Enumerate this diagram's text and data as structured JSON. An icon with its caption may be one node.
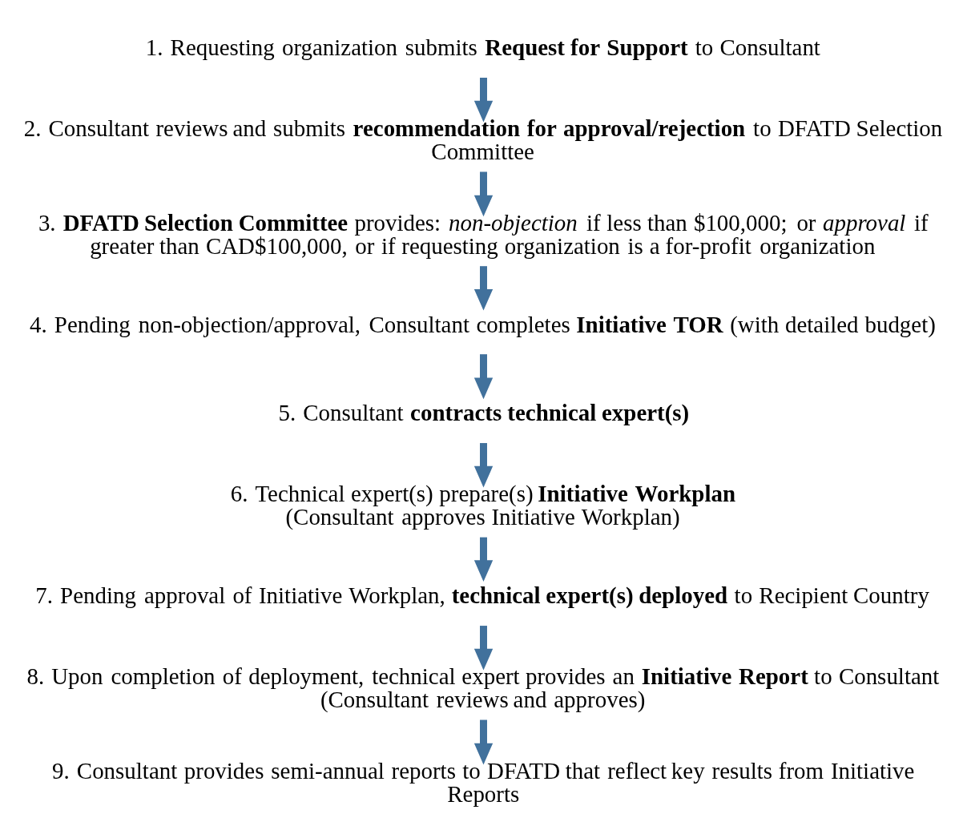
{
  "diagram": {
    "nodes": [
      {
        "text": [
          "1. Requesting organization submits **Request for Support** to Consultant"
        ]
      },
      {
        "text": [
          "2. Consultant reviews and submits **recommendation for approval/rejection** to DFATD Selection Committee"
        ]
      },
      {
        "text": [
          "3. **DFATD Selection Committee** provides: *non-objection* if less than $100,000; or *approval* if greater than CAD$100,000, or if requesting organization is a for-profit organization"
        ]
      },
      {
        "text": [
          "4. Pending non-objection/approval, Consultant completes **Initiative TOR** (with detailed budget)"
        ]
      },
      {
        "text": [
          "5. Consultant **contracts technical expert(s)**"
        ]
      },
      {
        "text": [
          "6. Technical expert(s) prepare(s) **Initiative Workplan**",
          "(Consultant approves Initiative Workplan)"
        ]
      },
      {
        "text": [
          "7. Pending approval of Initiative Workplan, **technical expert(s) deployed** to Recipient Country"
        ]
      },
      {
        "text": [
          "8. Upon completion of deployment, technical expert provides an **Initiative Report** to Consultant",
          "(Consultant reviews and approves)"
        ]
      },
      {
        "text": [
          "9. Consultant provides semi-annual reports to DFATD that reflect key results from Initiative Reports"
        ]
      }
    ],
    "edges": [
      {
        "from": 0,
        "to": 1,
        "arrow": "to"
      },
      {
        "from": 1,
        "to": 2,
        "arrow": "to"
      },
      {
        "from": 2,
        "to": 3,
        "arrow": "to"
      },
      {
        "from": 3,
        "to": 4,
        "arrow": "to"
      },
      {
        "from": 4,
        "to": 5,
        "arrow": "to"
      },
      {
        "from": 5,
        "to": 6,
        "arrow": "to"
      },
      {
        "from": 6,
        "to": 7,
        "arrow": "to"
      },
      {
        "from": 7,
        "to": 8,
        "arrow": "to"
      }
    ]
  }
}
